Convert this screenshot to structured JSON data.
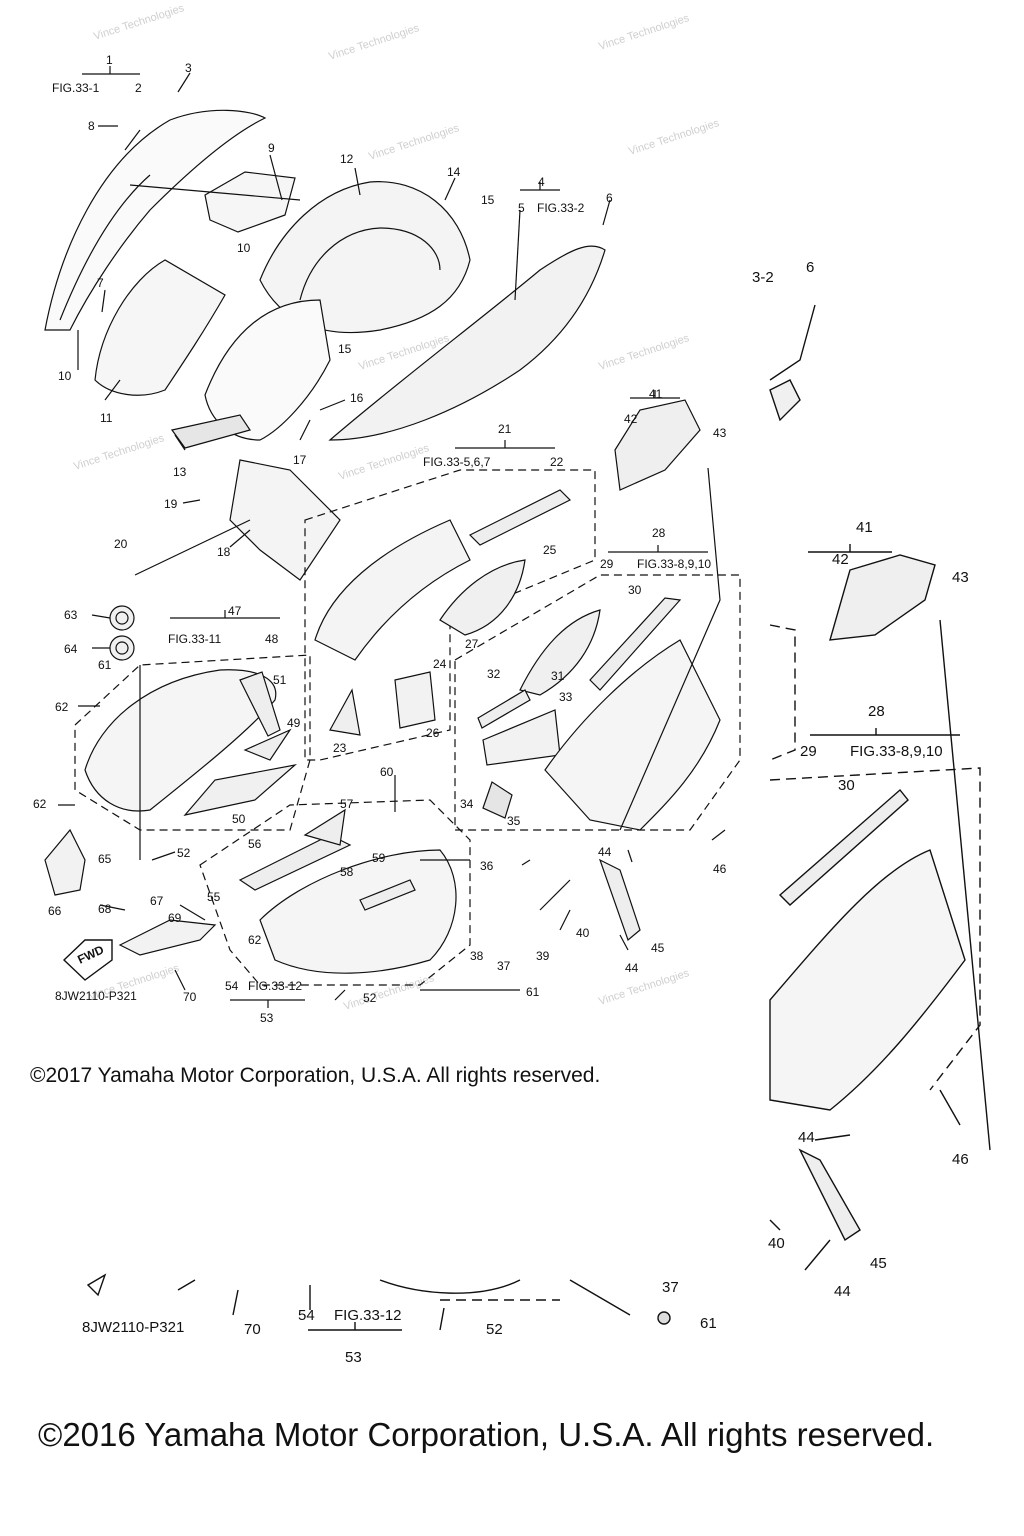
{
  "figure": {
    "code": "8JW2110-P321",
    "fwd_label": "FWD",
    "watermark": "Vince Technologies"
  },
  "copyrights": [
    "©2017 Yamaha Motor Corporation, U.S.A. All rights reserved.",
    "©2016 Yamaha Motor Corporation, U.S.A. All rights reserved."
  ],
  "refs": {
    "r1": "FIG.33-1",
    "r4": "FIG.33-2",
    "r21": "FIG.33-5,6,7",
    "r28": "FIG.33-8,9,10",
    "r47": "FIG.33-11",
    "r53": "FIG.33-12",
    "z4": "3-2",
    "z28": "FIG.33-8,9,10",
    "z53": "FIG.33-12"
  },
  "labels": {
    "n1": "1",
    "n2": "2",
    "n3": "3",
    "n4": "4",
    "n5": "5",
    "n6": "6",
    "n7": "7",
    "n8": "8",
    "n9": "9",
    "n10a": "10",
    "n10b": "10",
    "n11": "11",
    "n12": "12",
    "n13": "13",
    "n14": "14",
    "n15a": "15",
    "n15b": "15",
    "n16": "16",
    "n17": "17",
    "n18": "18",
    "n19": "19",
    "n20": "20",
    "n21": "21",
    "n22": "22",
    "n23": "23",
    "n24": "24",
    "n25": "25",
    "n26": "26",
    "n27": "27",
    "n28": "28",
    "n29": "29",
    "n30": "30",
    "n31": "31",
    "n32": "32",
    "n33": "33",
    "n34": "34",
    "n35": "35",
    "n36": "36",
    "n37": "37",
    "n38": "38",
    "n39": "39",
    "n40": "40",
    "n41": "41",
    "n42": "42",
    "n43": "43",
    "n44a": "44",
    "n44b": "44",
    "n45": "45",
    "n46": "46",
    "n47": "47",
    "n48": "48",
    "n49": "49",
    "n50": "50",
    "n51": "51",
    "n52a": "52",
    "n52b": "52",
    "n53": "53",
    "n54": "54",
    "n55": "55",
    "n56": "56",
    "n57": "57",
    "n58": "58",
    "n59": "59",
    "n60": "60",
    "n61a": "61",
    "n61b": "61",
    "n62a": "62",
    "n62b": "62",
    "n62c": "62",
    "n63": "63",
    "n64": "64",
    "n65": "65",
    "n66": "66",
    "n67": "67",
    "n68": "68",
    "n69": "69",
    "n70": "70"
  },
  "zoom_labels": {
    "z6": "6",
    "z41": "41",
    "z42": "42",
    "z43": "43",
    "z28": "28",
    "z29": "29",
    "z30": "30",
    "z44a": "44",
    "z44b": "44",
    "z45": "45",
    "z46": "46",
    "z40": "40",
    "z37": "37",
    "z61": "61",
    "z52": "52",
    "z53": "53",
    "z54": "54",
    "z70": "70"
  }
}
